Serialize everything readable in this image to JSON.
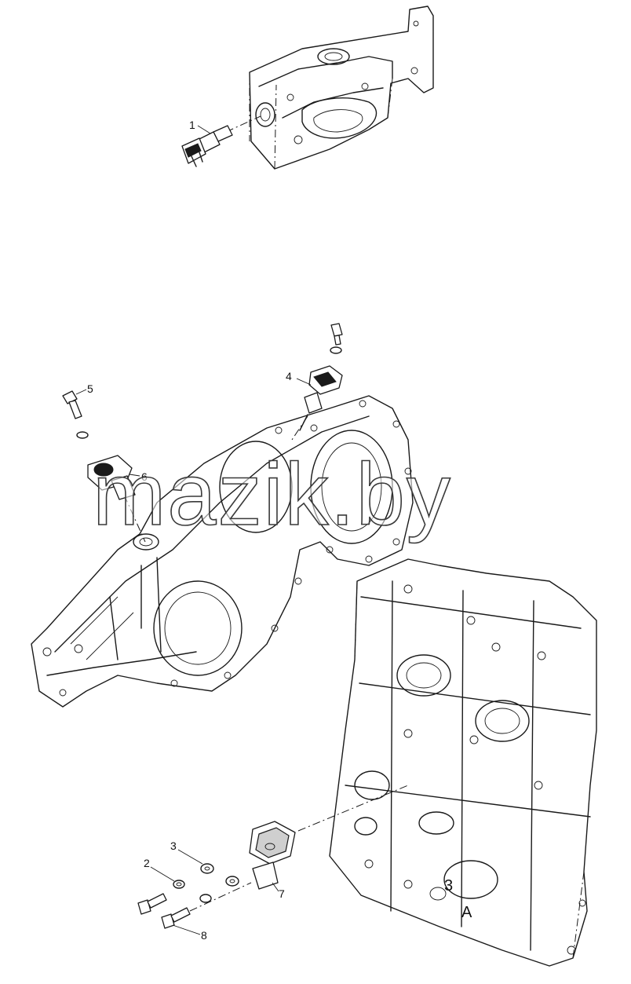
{
  "watermark": "mazik.by",
  "cast_marks": {
    "letter": "A",
    "digit": "3"
  },
  "callouts": {
    "c1": "1",
    "c2": "2",
    "c3": "3",
    "c4": "4",
    "c5": "5",
    "c6": "6",
    "c7": "7",
    "c8": "8"
  }
}
